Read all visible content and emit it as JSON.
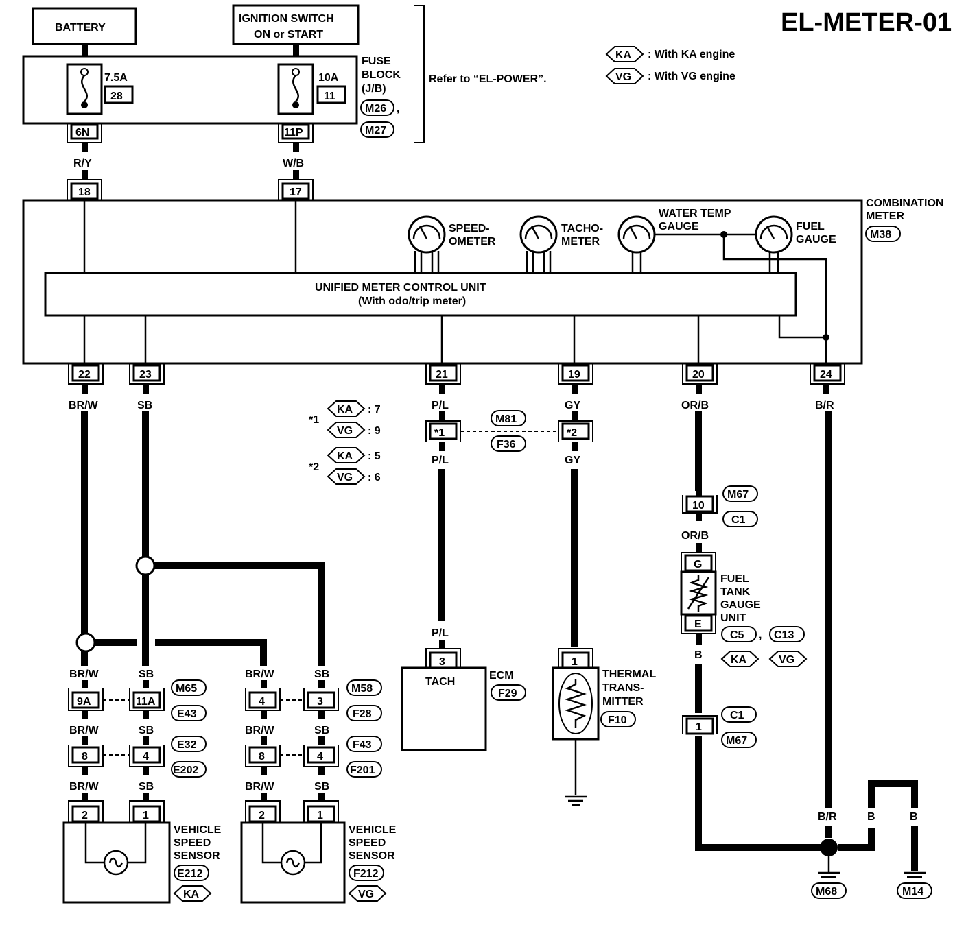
{
  "title": "EL-METER-01",
  "legend": {
    "ka_tag": "KA",
    "ka_text": ": With KA engine",
    "vg_tag": "VG",
    "vg_text": ": With VG engine"
  },
  "top": {
    "battery": "BATTERY",
    "ignition_1": "IGNITION SWITCH",
    "ignition_2": "ON or START",
    "fuse1_rating": "7.5A",
    "fuse1_num": "28",
    "fuse2_rating": "10A",
    "fuse2_num": "11",
    "fuse_block_1": "FUSE",
    "fuse_block_2": "BLOCK",
    "fuse_block_3": "(J/B)",
    "fuse_conn_1": "M26",
    "fuse_conn_comma": ",",
    "fuse_conn_2": "M27",
    "refer": "Refer to “EL-POWER”.",
    "pin_6n": "6N",
    "pin_11p": "11P",
    "wire_ry": "R/Y",
    "wire_wb": "W/B",
    "pin_18": "18",
    "pin_17": "17"
  },
  "meter": {
    "combo_1": "COMBINATION",
    "combo_2": "METER",
    "combo_conn": "M38",
    "speedo_1": "SPEED-",
    "speedo_2": "OMETER",
    "tacho_1": "TACHO-",
    "tacho_2": "METER",
    "water_1": "WATER TEMP",
    "water_2": "GAUGE",
    "fuel_1": "FUEL",
    "fuel_2": "GAUGE",
    "umcu_1": "UNIFIED METER CONTROL UNIT",
    "umcu_2": "(With odo/trip meter)",
    "pins": [
      "22",
      "23",
      "21",
      "19",
      "20",
      "24"
    ],
    "wires": [
      "BR/W",
      "SB",
      "P/L",
      "GY",
      "OR/B",
      "B/R"
    ]
  },
  "notes": {
    "n1": "*1",
    "n1_ka": ": 7",
    "n1_vg": ": 9",
    "n2": "*2",
    "n2_ka": ": 5",
    "n2_vg": ": 6",
    "ka": "KA",
    "vg": "VG"
  },
  "mid": {
    "star1": "*1",
    "star2": "*2",
    "conn_m81": "M81",
    "conn_f36": "F36",
    "wire_pl": "P/L",
    "wire_gy": "GY",
    "pin_3": "3",
    "tach": "TACH",
    "ecm": "ECM",
    "ecm_conn": "F29",
    "pin_1": "1",
    "thermal_1": "THERMAL",
    "thermal_2": "TRANS-",
    "thermal_3": "MITTER",
    "thermal_conn": "F10"
  },
  "fuel": {
    "pin_10": "10",
    "conn_m67": "M67",
    "conn_c1": "C1",
    "wire_orb": "OR/B",
    "pin_g": "G",
    "pin_e": "E",
    "label_1": "FUEL",
    "label_2": "TANK",
    "label_3": "GAUGE",
    "label_4": "UNIT",
    "conn_c5": "C5",
    "comma": ",",
    "conn_c13": "C13",
    "ka": "KA",
    "vg": "VG",
    "wire_b": "B",
    "pin_1": "1",
    "conn_c1b": "C1",
    "conn_m67b": "M67",
    "wire_br": "B/R",
    "ground_m68": "M68",
    "ground_m14": "M14"
  },
  "sensors": {
    "brw": "BR/W",
    "sb": "SB",
    "pin_9a": "9A",
    "pin_11a": "11A",
    "conn_m65": "M65",
    "conn_e43": "E43",
    "pin_8": "8",
    "pin_4": "4",
    "conn_e32": "E32",
    "conn_e202": "E202",
    "pin_2": "2",
    "pin_1": "1",
    "vss_1": "VEHICLE",
    "vss_2": "SPEED",
    "vss_3": "SENSOR",
    "left_conn": "E212",
    "left_tag": "KA",
    "pin_4b": "4",
    "pin_3": "3",
    "conn_m58": "M58",
    "conn_f28": "F28",
    "pin_8b": "8",
    "pin_4c": "4",
    "conn_f43": "F43",
    "conn_f201": "F201",
    "right_conn": "F212",
    "right_tag": "VG"
  }
}
